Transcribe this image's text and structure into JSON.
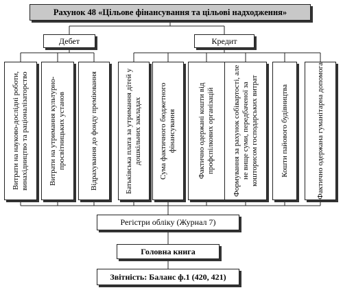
{
  "title": "Рахунок 48 «Цільове фінансування та цільові надходження»",
  "debit": {
    "label": "Дебет",
    "items": [
      "Витрати на науково-дослідні роботи, винахідництво та раціоналізаторство",
      "Витрати на утримання культурно-просвітницьких установ",
      "Відрахування до фонду преміювання"
    ]
  },
  "credit": {
    "label": "Кредит",
    "items": [
      "Батьківська плата за утримання дітей у дошкільних закладах",
      "Сума фактичного бюджетного фінансування",
      "Фактично одержані кошти від профспілкових організацій",
      "Формування за рахунок собівартості, але не вище суми, передбаченої за кошторисом господарських витрат",
      "Кошти пайового будівництва",
      "Фактично одержана гуманітарна допомога"
    ]
  },
  "registers": "Регістри обліку (Журнал 7)",
  "ledger": "Головна книга",
  "report": "Звітність: Баланс ф.1 (420, 421)"
}
